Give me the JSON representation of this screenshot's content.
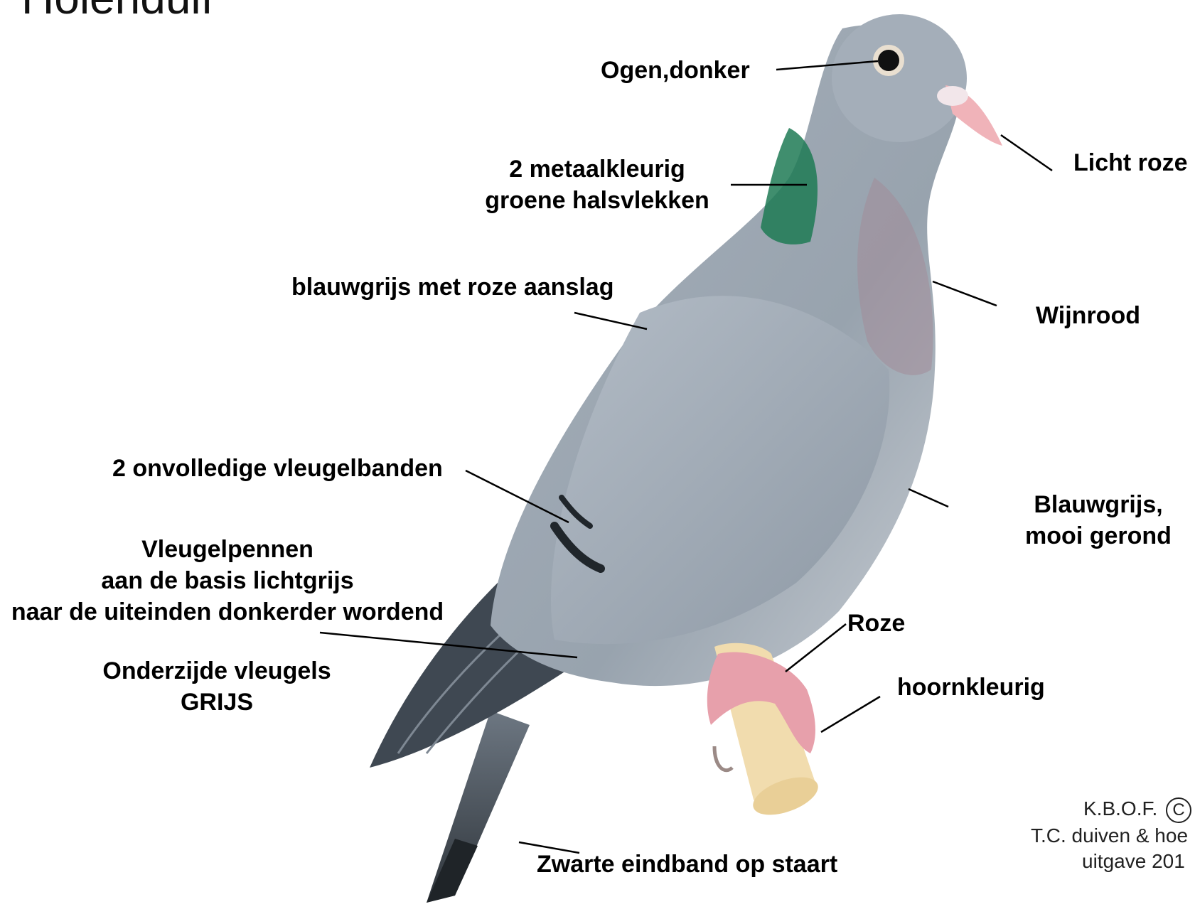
{
  "title": "Holenduif",
  "labels": {
    "eyes": "Ogen,donker",
    "neck_spots_1": "2 metaalkleurig",
    "neck_spots_2": "groene halsvlekken",
    "beak": "Licht roze",
    "back": "blauwgrijs met roze aanslag",
    "breast": "Wijnrood",
    "wing_bars": "2 onvolledige  vleugelbanden",
    "belly_1": "Blauwgrijs,",
    "belly_2": "mooi gerond",
    "primaries_1": "Vleugelpennen",
    "primaries_2": "aan de basis lichtgrijs",
    "primaries_3": "naar de uiteinden donkerder wordend",
    "feet": "Roze",
    "underwing_1": "Onderzijde vleugels",
    "underwing_2": "GRIJS",
    "nails": "hoornkleurig",
    "tail": "Zwarte eindband op staart"
  },
  "credit": {
    "line1": "K.B.O.F.",
    "copyright_symbol": "C",
    "line2": "T.C. duiven & hoe",
    "line3": "uitgave 201"
  },
  "colors": {
    "bird_gray": "#9aa6b2",
    "neck_green": "#1f7a55",
    "breast_wine": "#a38c99",
    "beak_pink": "#f0b3b9",
    "feet_pink": "#e7a0ab",
    "perch_wood": "#f1dcae",
    "wing_dark": "#3e4852"
  }
}
